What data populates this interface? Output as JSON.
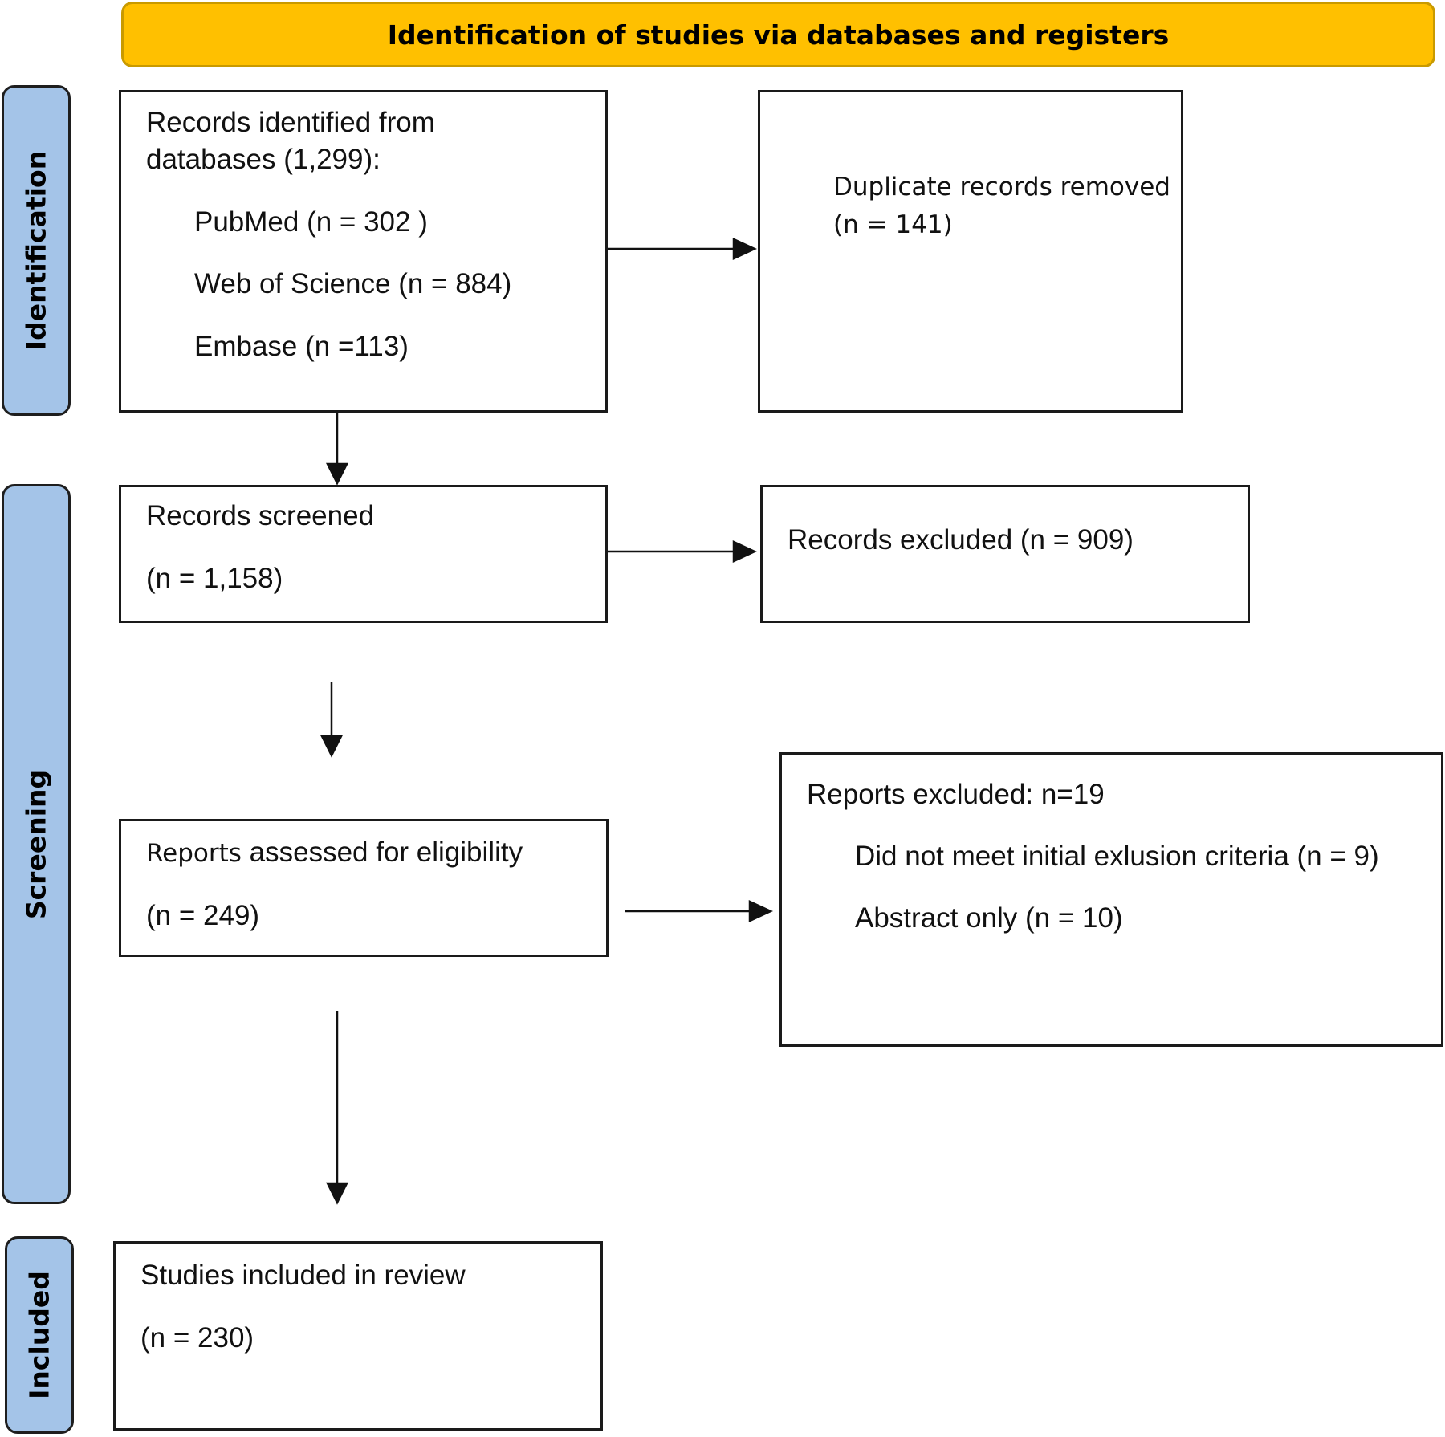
{
  "header": {
    "title": "Identification of studies via databases and registers"
  },
  "phases": {
    "identification": "Identification",
    "screening": "Screening",
    "included": "Included"
  },
  "boxes": {
    "records_identified": {
      "line1": "Records identified from",
      "line2": "databases (1,299):",
      "sources": [
        "PubMed (n = 302 )",
        "Web of Science (n = 884)",
        "Embase (n =113)"
      ]
    },
    "duplicates_removed": {
      "line1": "Duplicate records removed",
      "line2": "(n = 141)"
    },
    "records_screened": {
      "line1": "Records screened",
      "line2": "(n = 1,158)"
    },
    "records_excluded": {
      "line1": "Records excluded (n = 909)"
    },
    "reports_assessed": {
      "prefix": "Reports",
      "rest": " assessed for eligibility",
      "line2": "(n = 249)"
    },
    "reports_excluded": {
      "line1": "Reports excluded: n=19",
      "reasons": [
        "Did not meet initial exlusion criteria (n = 9)",
        "Abstract only (n = 10)"
      ]
    },
    "studies_included": {
      "line1": "Studies included in review",
      "line2": "(n = 230)"
    }
  }
}
